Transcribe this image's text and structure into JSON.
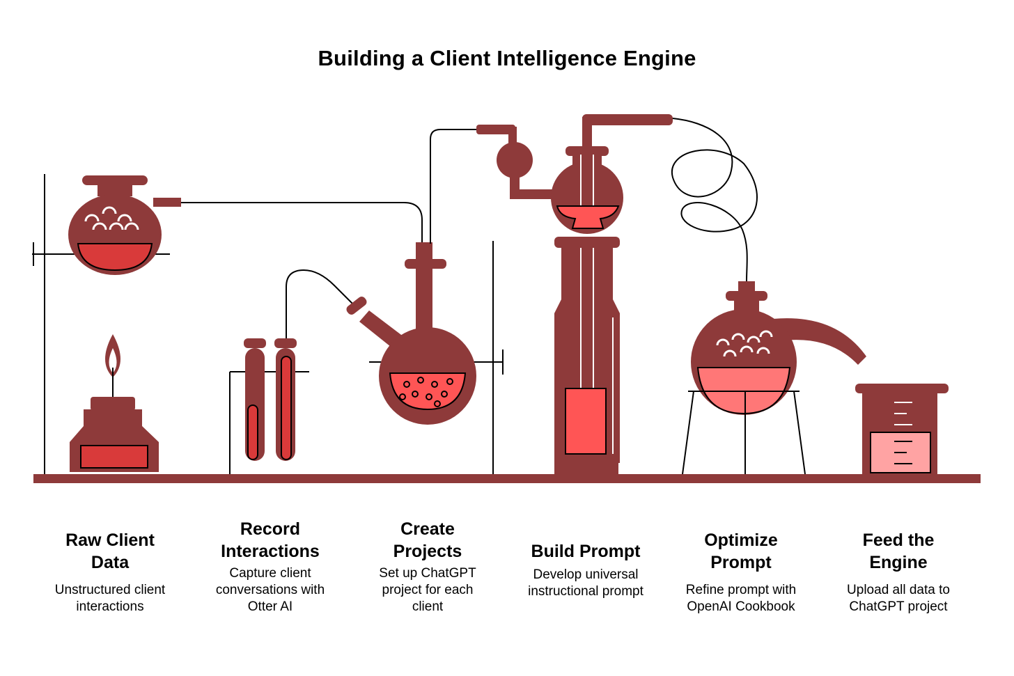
{
  "title": "Building a Client Intelligence Engine",
  "colors": {
    "glass": "#8e3a3a",
    "liquid_red": "#d93a3a",
    "liquid_bright": "#ff5555",
    "liquid_pink": "#ff7777",
    "liquid_light": "#ffa3a3",
    "line": "#000000",
    "background": "#ffffff"
  },
  "steps": [
    {
      "title_line1": "Raw Client",
      "title_line2": "Data",
      "desc_lines": [
        "Unstructured client",
        "interactions"
      ]
    },
    {
      "title_line1": "Record",
      "title_line2": "Interactions",
      "desc_lines": [
        "Capture client",
        "conversations with",
        "Otter AI"
      ]
    },
    {
      "title_line1": "Create",
      "title_line2": "Projects",
      "desc_lines": [
        "Set up ChatGPT",
        "project for each",
        "client"
      ]
    },
    {
      "title_line1": "Build Prompt",
      "title_line2": "",
      "desc_lines": [
        "Develop universal",
        "instructional prompt"
      ]
    },
    {
      "title_line1": "Optimize",
      "title_line2": "Prompt",
      "desc_lines": [
        "Refine prompt with",
        "OpenAI Cookbook"
      ]
    },
    {
      "title_line1": "Feed the",
      "title_line2": "Engine",
      "desc_lines": [
        "Upload all data to",
        "ChatGPT project"
      ]
    }
  ]
}
